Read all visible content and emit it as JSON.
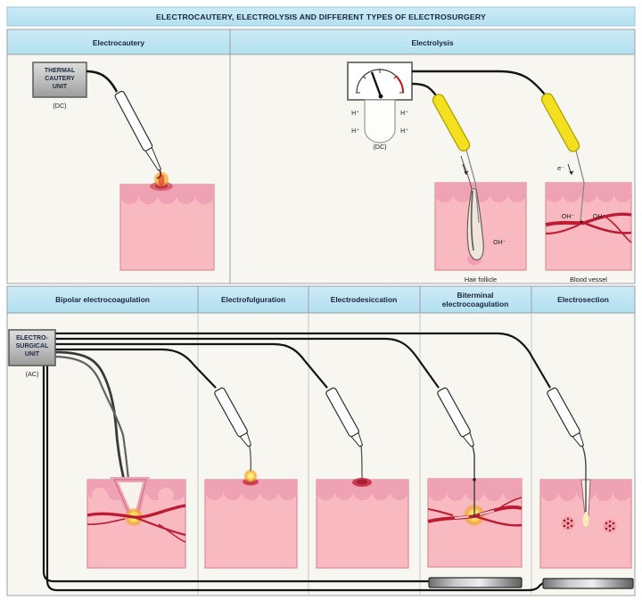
{
  "banner": {
    "title": "ELECTROCAUTERY, ELECTROLYSIS AND DIFFERENT TYPES OF ELECTROSURGERY"
  },
  "top": {
    "electrocautery": {
      "header": "Electrocautery",
      "unit_lines": [
        "THERMAL",
        "CAUTERY",
        "UNIT"
      ],
      "unit_current": "(DC)"
    },
    "electrolysis": {
      "header": "Electrolysis",
      "meter_current": "(DC)",
      "ions": [
        "H⁺",
        "H⁺",
        "H⁺",
        "H⁺"
      ],
      "electron": "e⁻",
      "hydroxide_follicle": "OH⁻",
      "hydroxide_vessel": [
        "OH⁻",
        "OH⁻"
      ],
      "caption_hair": "Hair follicle",
      "caption_vessel": "Blood vessel"
    }
  },
  "bottom": {
    "esu_lines": [
      "ELECTRO-",
      "SURGICAL",
      "UNIT"
    ],
    "esu_current": "(AC)",
    "headers": {
      "bipolar": "Bipolar electrocoagulation",
      "fulguration": "Electrofulguration",
      "desiccation": "Electrodesiccation",
      "biterminal_lines": [
        "Biterminal",
        "electrocoagulation"
      ],
      "electrosection": "Electrosection"
    }
  },
  "colors": {
    "banner_blue": "#abdcee",
    "header_blue": "#c2e6f3",
    "panel_bg": "#f7f6f1",
    "skin_base": "#f8bac0",
    "epidermis": "#efa2b4",
    "vessel_red": "#bc1b32",
    "glow_yellow": "#f8df5a",
    "probe_yellow": "#f3e120",
    "cable_black": "#151515",
    "unit_gray": "#b5b5b5",
    "text_navy": "#18243c"
  }
}
